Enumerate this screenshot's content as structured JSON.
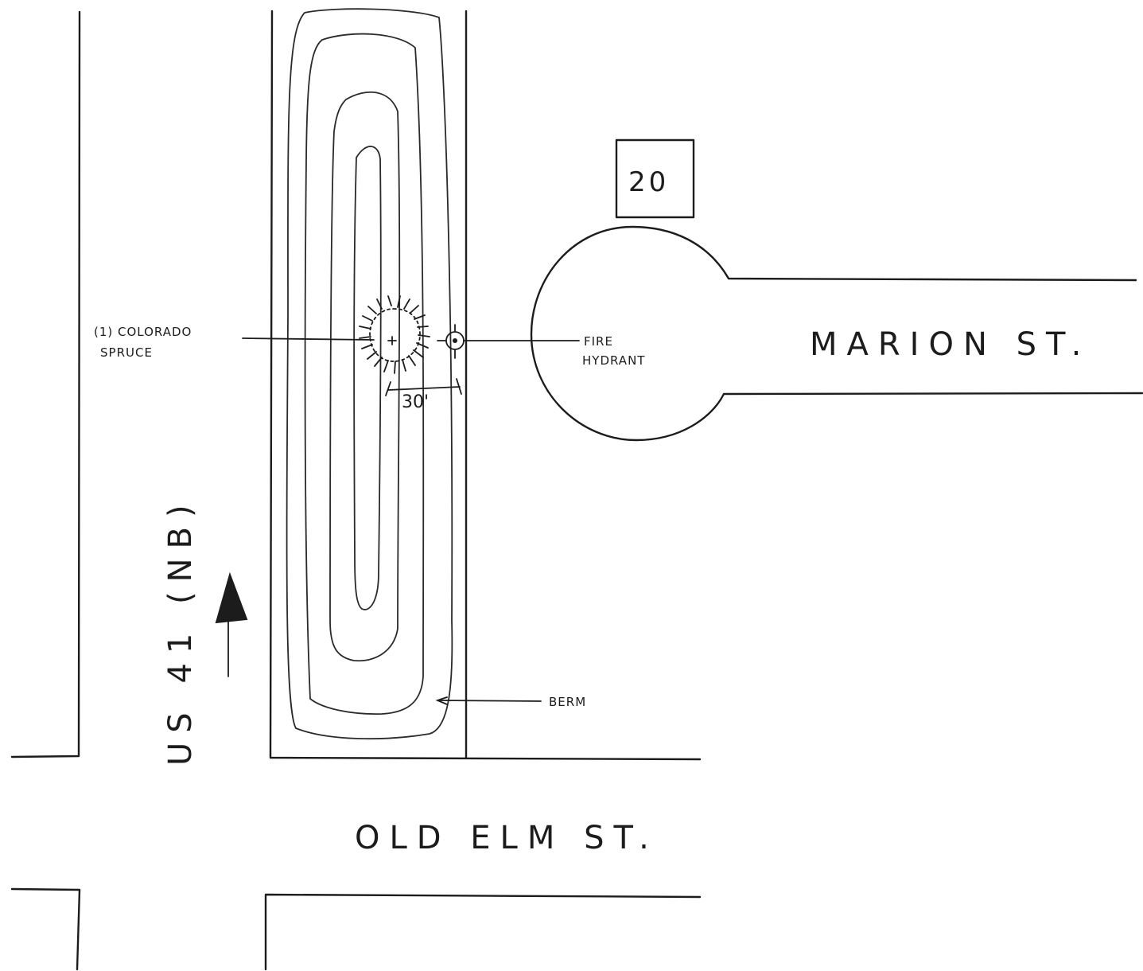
{
  "labels": {
    "tree_label_line1": "(1) COLORADO",
    "tree_label_line2": "SPRUCE",
    "hydrant_label_line1": "FIRE",
    "hydrant_label_line2": "HYDRANT",
    "dimension": "30'",
    "berm_label": "BERM",
    "lot_number": "20",
    "street_marion": "MARION ST.",
    "street_old_elm": "OLD ELM ST.",
    "street_us41": "US 41 (NB)"
  },
  "colors": {
    "ink": "#1c1c1c",
    "paper": "#ffffff"
  },
  "icons": {
    "tree_symbol": "spruce-tree-icon",
    "hydrant_symbol": "fire-hydrant-icon",
    "direction_arrow": "north-arrow-icon"
  }
}
